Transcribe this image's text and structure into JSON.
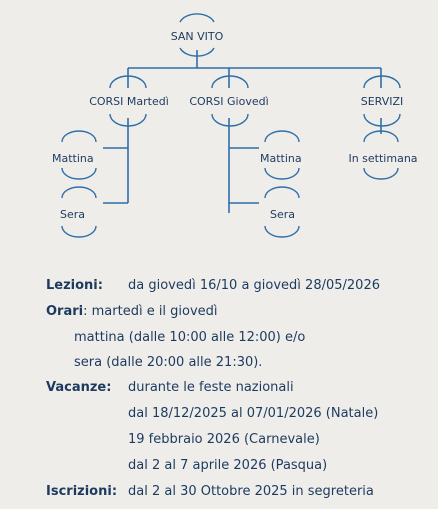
{
  "diagram": {
    "root": "SAN VITO",
    "branches": [
      {
        "label": "CORSI Martedì",
        "children": [
          "Mattina",
          "Sera"
        ]
      },
      {
        "label": "CORSI Giovedì",
        "children": [
          "Mattina",
          "Sera"
        ]
      },
      {
        "label": "SERVIZI",
        "children": [
          "In settimana"
        ]
      }
    ]
  },
  "info": {
    "lezioni_label": "Lezioni:",
    "lezioni_text": "da giovedì 16/10 a giovedì 28/05/2026",
    "orari_label": "Orari",
    "orari_text": ": martedì e il giovedì",
    "orari_line2": "mattina (dalle 10:00 alle 12:00) e/o",
    "orari_line3": "sera (dalle 20:00 alle 21:30).",
    "vacanze_label": "Vacanze:",
    "vacanze_line1": "durante le feste nazionali",
    "vacanze_line2": "dal 18/12/2025 al 07/01/2026 (Natale)",
    "vacanze_line3": "19 febbraio 2026 (Carnevale)",
    "vacanze_line4": "dal 2 al 7 aprile 2026 (Pasqua)",
    "iscrizioni_label": "Iscrizioni:",
    "iscrizioni_text": "dal 2 al 30 Ottobre 2025 in segreteria"
  }
}
